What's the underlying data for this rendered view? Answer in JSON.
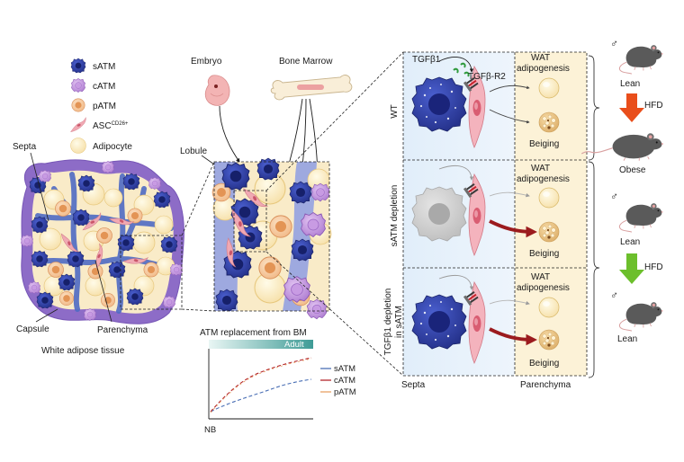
{
  "legend": {
    "items": [
      {
        "label": "sATM",
        "color": "#2e3f9e"
      },
      {
        "label": "cATM",
        "color": "#b98ad6"
      },
      {
        "label": "pATM",
        "color": "#e8a065"
      },
      {
        "label": "ASC",
        "sup": "CD26+",
        "color": "#e99aa6"
      },
      {
        "label": "Adipocyte",
        "color": "#f8e3ad"
      }
    ]
  },
  "tissue": {
    "septa_label": "Septa",
    "capsule_label": "Capsule",
    "parenchyma_label": "Parenchyma",
    "caption": "White adipose tissue"
  },
  "origins": {
    "embryo": "Embryo",
    "bone_marrow": "Bone Marrow"
  },
  "lobule": {
    "label": "Lobule"
  },
  "replacement_chart": {
    "title": "ATM replacement from BM",
    "adult_label": "Adult",
    "x_start_label": "NB",
    "series": [
      {
        "name": "sATM",
        "color": "#4a6fb5"
      },
      {
        "name": "cATM",
        "color": "#b3262c"
      },
      {
        "name": "pATM",
        "color": "#e8a065"
      }
    ]
  },
  "panel": {
    "septa_label": "Septa",
    "parenchyma_label": "Parenchyma",
    "tgfb1_label": "TGFβ1",
    "receptor_label": "TGFβ-R2",
    "rows": [
      {
        "row_label": "WT",
        "row_label_2": "",
        "wat_label": "WAT",
        "adipogenesis_label": "adipogenesis",
        "beiging_label": "Beiging"
      },
      {
        "row_label": "sATM depletion",
        "row_label_2": "",
        "wat_label": "WAT",
        "adipogenesis_label": "adipogenesis",
        "beiging_label": "Beiging"
      },
      {
        "row_label": "TGFβ1 depletion",
        "row_label_2": "in sATM",
        "wat_label": "WAT",
        "adipogenesis_label": "adipogenesis",
        "beiging_label": "Beiging"
      }
    ]
  },
  "mice": {
    "male_symbol": "♂",
    "groups": [
      {
        "top_label": "Lean",
        "bottom_label": "Obese",
        "treatment_label": "HFD",
        "arrow_color": "#e94e1b"
      },
      {
        "top_label": "Lean",
        "bottom_label": "Lean",
        "treatment_label": "HFD",
        "arrow_color": "#6cbf2c"
      }
    ]
  }
}
